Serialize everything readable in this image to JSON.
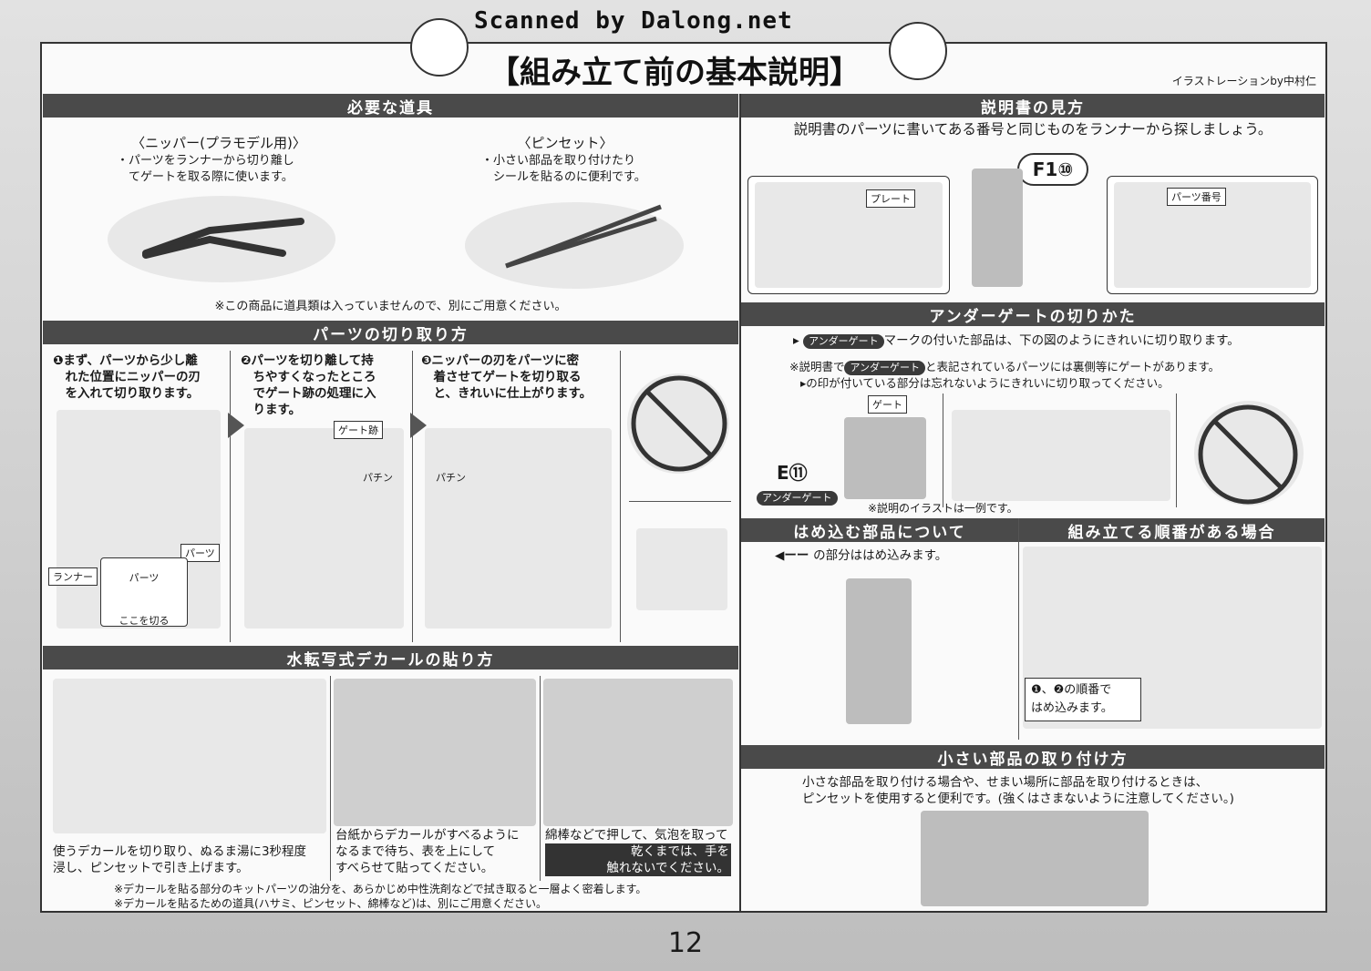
{
  "watermark": "Scanned by Dalong.net",
  "title": "【組み立て前の基本説明】",
  "credit": "イラストレーションby中村仁",
  "page_number": "12",
  "tools": {
    "heading": "必要な道具",
    "nipper_title": "〈ニッパー(プラモデル用)〉",
    "nipper_desc": "・パーツをランナーから切り離し\n　てゲートを取る際に使います。",
    "tweezers_title": "〈ピンセット〉",
    "tweezers_desc": "・小さい部品を取り付けたり\n　シールを貼るのに便利です。",
    "note": "※この商品に道具類は入っていませんので、別にご用意ください。"
  },
  "cutting": {
    "heading": "パーツの切り取り方",
    "step1": "❶まず、パーツから少し離\n　れた位置にニッパーの刃\n　を入れて切り取ります。",
    "step2": "❷パーツを切り離して持\n　ちやすくなったところ\n　でゲート跡の処理に入\n　ります。",
    "step3": "❸ニッパーの刃をパーツに密\n　着させてゲートを切り取る\n　と、きれいに仕上がります。",
    "label_gate_mark": "ゲート跡",
    "label_parts": "パーツ",
    "label_runner": "ランナー",
    "label_parts2": "パーツ",
    "label_cut_here": "ここを切る",
    "sfx1": "パチン",
    "sfx2": "パチン"
  },
  "decal": {
    "heading": "水転写式デカールの貼り方",
    "step1": "使うデカールを切り取り、ぬるま湯に3秒程度\n浸し、ピンセットで引き上げます。",
    "step2": "台紙からデカールがすべるように\nなるまで待ち、表を上にして\nすべらせて貼ってください。",
    "step3a": "綿棒などで押して、気泡を取って\nください。",
    "step3b": "乾くまでは、手を\n触れないでください。",
    "note1": "※デカールを貼る部分のキットパーツの油分を、あらかじめ中性洗剤などで拭き取ると一層よく密着します。",
    "note2": "※デカールを貼るための道具(ハサミ、ピンセット、綿棒など)は、別にご用意ください。"
  },
  "manual": {
    "heading": "説明書の見方",
    "desc": "説明書のパーツに書いてある番号と同じものをランナーから探しましょう。",
    "part_code": "F1⑩",
    "label_plate": "プレート",
    "label_part_no": "パーツ番号"
  },
  "undergate": {
    "heading": "アンダーゲートの切りかた",
    "line1_tag": "アンダーゲート",
    "line1": "マークの付いた部品は、下の図のようにきれいに切り取ります。",
    "note_a_prefix": "※説明書で",
    "note_a_tag": "アンダーゲート",
    "note_a": "と表記されているパーツには裏側等にゲートがあります。",
    "note_b": "▸の印が付いている部分は忘れないようにきれいに切り取ってください。",
    "label_gate": "ゲート",
    "part_code": "E⑪",
    "part_tag": "アンダーゲート",
    "example_note": "※説明のイラストは一例です。"
  },
  "fit": {
    "heading": "はめ込む部品について",
    "desc": "の部分ははめ込みます。"
  },
  "order": {
    "heading": "組み立てる順番がある場合",
    "callout": "❶、❷の順番で\nはめ込みます。"
  },
  "small": {
    "heading": "小さい部品の取り付け方",
    "desc": "小さな部品を取り付ける場合や、せまい場所に部品を取り付けるときは、\nピンセットを使用すると便利です。(強くはさまないように注意してください。)"
  }
}
